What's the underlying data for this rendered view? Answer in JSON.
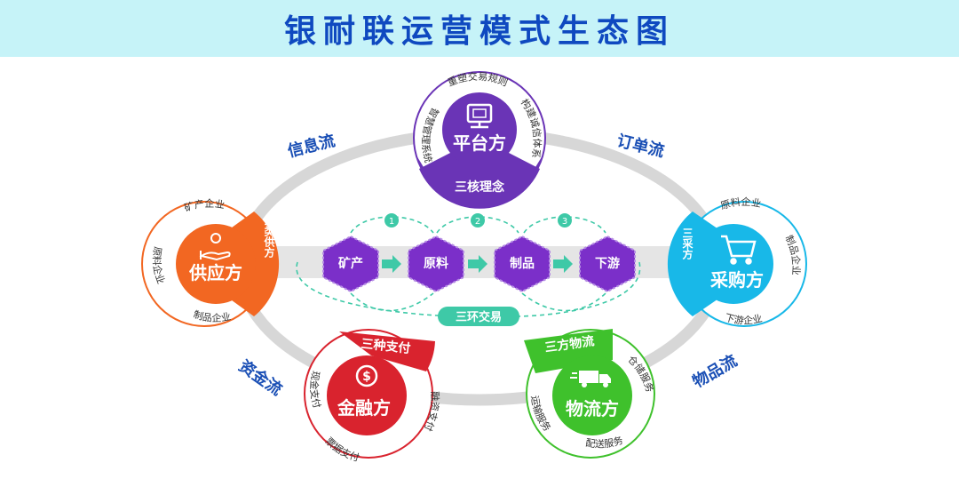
{
  "title": "银耐联运营模式生态图",
  "flows": {
    "info": "信息流",
    "order": "订单流",
    "capital": "资金流",
    "goods": "物品流"
  },
  "platform": {
    "name": "平台方",
    "tag": "三核理念",
    "items": [
      "重塑交易规则",
      "构建诚信体系",
      "智慧管理系统"
    ],
    "color": "#6a34b6",
    "icon": "monitor-icon"
  },
  "supplier": {
    "name": "供应方",
    "tag": "三类供方",
    "items": [
      "矿产企业",
      "原料企业",
      "制品企业"
    ],
    "color": "#f26722",
    "icon": "hand-person-icon"
  },
  "buyer": {
    "name": "采购方",
    "tag": "三采方",
    "items": [
      "原料企业",
      "制品企业",
      "下游企业"
    ],
    "color": "#18b8e8",
    "icon": "shopping-cart-icon"
  },
  "finance": {
    "name": "金融方",
    "tag": "三种支付",
    "items": [
      "现金支付",
      "融资支付",
      "票据支付"
    ],
    "color": "#d9232e",
    "icon": "dollar-coin-icon"
  },
  "logistics": {
    "name": "物流方",
    "tag": "三方物流",
    "items": [
      "仓储服务",
      "配送服务",
      "运输服务"
    ],
    "color": "#3fc12c",
    "icon": "delivery-truck-icon"
  },
  "chain": {
    "steps": [
      "矿产",
      "原料",
      "制品",
      "下游"
    ],
    "numbers": [
      "1",
      "2",
      "3"
    ],
    "loop_label": "三环交易"
  }
}
